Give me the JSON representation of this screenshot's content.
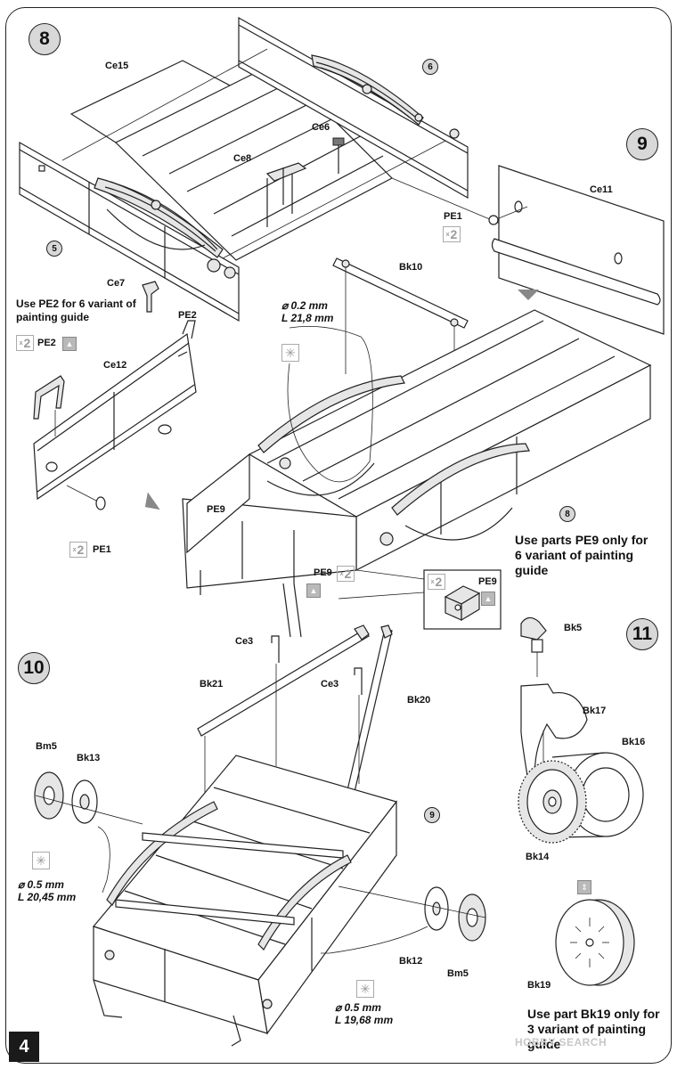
{
  "page": {
    "number": "4",
    "watermark": "HOBBY SEARCH"
  },
  "steps": [
    "8",
    "9",
    "10",
    "11"
  ],
  "sub_assemblies": [
    "6",
    "5",
    "8",
    "9"
  ],
  "step8": {
    "labels": {
      "ce15": "Ce15",
      "ce6": "Ce6",
      "ce8": "Ce8",
      "ce7": "Ce7"
    }
  },
  "step9": {
    "labels": {
      "ce11": "Ce11",
      "pe1_top": "PE1",
      "bk10": "Bk10",
      "pe2": "PE2",
      "pe2_icon": "PE2",
      "ce12": "Ce12",
      "pe1_bottom": "PE1",
      "pe9_left": "PE9",
      "pe9_mid": "PE9",
      "pe9_detail": "PE9"
    },
    "note_pe2": "Use PE2 for 6 variant of painting guide",
    "note_pe9": "Use parts  PE9 only for  6 variant of painting guide",
    "wire": {
      "dia": "⌀ 0.2 mm",
      "len": "L 21,8 mm"
    }
  },
  "step10": {
    "labels": {
      "ce3_left": "Ce3",
      "ce3_right": "Ce3",
      "bk21": "Bk21",
      "bk20": "Bk20",
      "bm5_left": "Bm5",
      "bk13": "Bk13",
      "bk12": "Bk12",
      "bm5_right": "Bm5"
    },
    "wire_left": {
      "dia": "⌀  0.5 mm",
      "len": "L 20,45 mm"
    },
    "wire_right": {
      "dia": "⌀ 0.5  mm",
      "len": "L 19,68 mm"
    }
  },
  "step11": {
    "labels": {
      "bk5": "Bk5",
      "bk17": "Bk17",
      "bk16": "Bk16",
      "bk14": "Bk14",
      "bk19": "Bk19"
    },
    "note_bk19": "Use part Bk19 only for  3  variant of painting guide"
  },
  "icons": {
    "multiply": "x",
    "count": "2",
    "photo_etch": "pe-icon",
    "bend": "bend-icon",
    "alternate": "swap-icon"
  }
}
